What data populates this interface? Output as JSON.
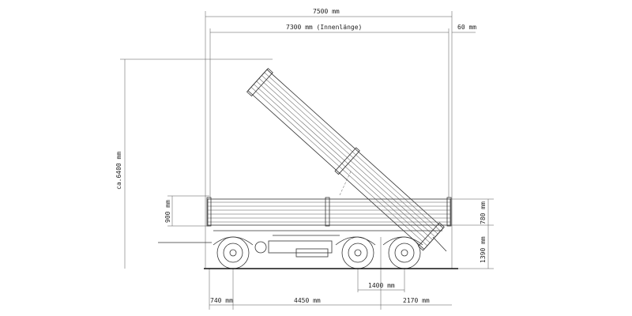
{
  "dimensions": {
    "overall_length": "7500 mm",
    "inner_length": "7300 mm (Innenlänge)",
    "rear_overhang_gap": "60 mm",
    "tipping_height": "ca.6400 mm",
    "side_height": "900 mm",
    "rear_side_height": "780 mm",
    "loading_height": "1390 mm",
    "front_offset": "740 mm",
    "wheelbase": "4450 mm",
    "axle_spacing": "1400 mm",
    "rear_overhang": "2170 mm"
  }
}
